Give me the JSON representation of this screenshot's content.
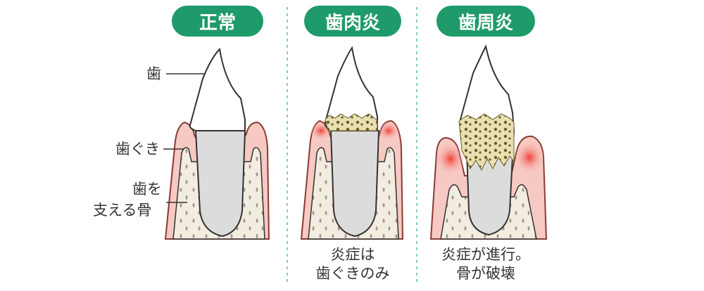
{
  "colors": {
    "badge": "#1f9a6a",
    "divider": "#7fcfc0",
    "gum": "#f6c9c3",
    "gum_outline": "#8a3a34",
    "inflamed": "#f05a50",
    "bone": "#f3ece0",
    "bone_dots": "#a39a8c",
    "root": "#dcdcdc",
    "crown": "#ffffff",
    "outline": "#333333",
    "plaque": "#6b5a2a",
    "plaque_light": "#e8e0b0"
  },
  "panels": [
    {
      "title": "正常",
      "caption": []
    },
    {
      "title": "歯肉炎",
      "caption": [
        "炎症は",
        "歯ぐきのみ"
      ]
    },
    {
      "title": "歯周炎",
      "caption": [
        "炎症が進行。",
        "骨が破壊"
      ]
    }
  ],
  "labels": {
    "tooth": "歯",
    "gum": "歯ぐき",
    "bone": [
      "歯を",
      "支える骨"
    ]
  }
}
